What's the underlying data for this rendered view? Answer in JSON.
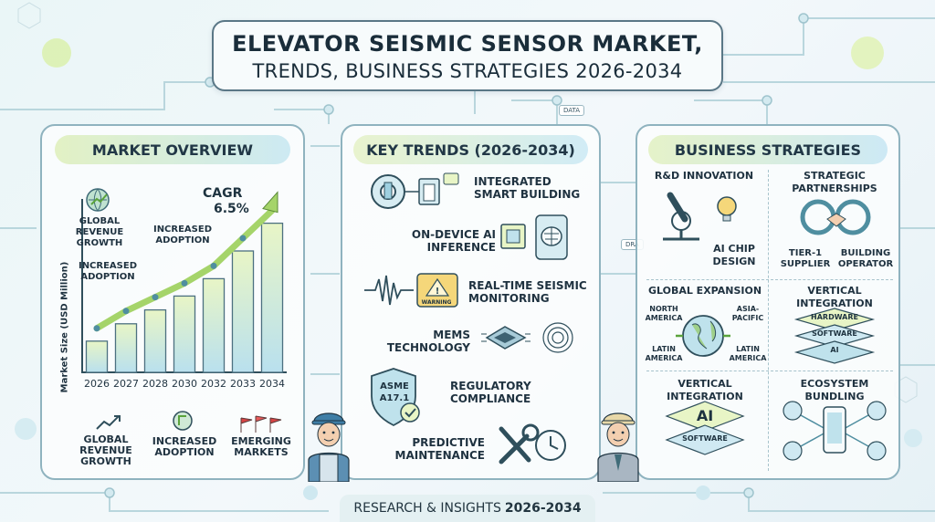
{
  "title": {
    "line1": "ELEVATOR SEISMIC SENSOR MARKET,",
    "line2": "TRENDS, BUSINESS STRATEGIES 2026-2034"
  },
  "tags": {
    "data": "DATA",
    "dra": "DRA"
  },
  "market_overview": {
    "heading": "MARKET OVERVIEW",
    "cagr_label": "CAGR",
    "cagr_value": "6.5%",
    "ylabel": "Market Size (USD Million)",
    "note_global": "GLOBAL REVENUE GROWTH",
    "note_adoption_left": "INCREASED ADOPTION",
    "note_adoption_mid": "INCREASED ADOPTION",
    "bottom": [
      {
        "label": "GLOBAL REVENUE GROWTH"
      },
      {
        "label": "INCREASED ADOPTION"
      },
      {
        "label": "EMERGING MARKETS"
      }
    ]
  },
  "chart_data": {
    "type": "bar",
    "title": "",
    "xlabel": "",
    "ylabel": "Market Size (USD Million)",
    "categories": [
      "2026",
      "2027",
      "2028",
      "2030",
      "2032",
      "2033",
      "2034"
    ],
    "values": [
      18,
      28,
      36,
      44,
      54,
      70,
      86
    ],
    "ylim": [
      0,
      100
    ],
    "annotation": "CAGR 6.5%"
  },
  "key_trends": {
    "heading": "KEY TRENDS (2026-2034)",
    "items": {
      "smart_building": "INTEGRATED SMART BUILDING",
      "ai_inference": "ON-DEVICE AI INFERENCE",
      "seismic": "REAL-TIME SEISMIC MONITORING",
      "warning_badge": "WARNING",
      "mems": "MEMS TECHNOLOGY",
      "regulatory": "REGULATORY COMPLIANCE",
      "asme_badge_1": "ASME",
      "asme_badge_2": "A17.1",
      "predictive": "PREDICTIVE MAINTENANCE"
    }
  },
  "business": {
    "heading": "BUSINESS STRATEGIES",
    "rd": "R&D INNOVATION",
    "ai_chip": "AI CHIP DESIGN",
    "partnerships": "STRATEGIC PARTNERSHIPS",
    "tier1": "TIER-1 SUPPLIER",
    "operator": "BUILDING OPERATOR",
    "global_expansion": "GLOBAL EXPANSION",
    "north_america": "NORTH AMERICA",
    "asia_pacific": "ASIA-PACIFIC",
    "latin_america_1": "LATIN AMERICA",
    "latin_america_2": "LATIN AMERICA",
    "vertical_1": "VERTICAL INTEGRATION",
    "stack_hardware": "HARDWARE",
    "stack_software": "SOFTWARE",
    "stack_ai": "AI",
    "vertical_2": "VERTICAL INTEGRATION",
    "layer_ai": "AI",
    "layer_software": "SOFTWARE",
    "ecosystem": "ECOSYSTEM BUNDLING"
  },
  "footer": {
    "prefix": "RESEARCH & INSIGHTS",
    "years": "2026-2034"
  },
  "colors": {
    "accent_green": "#7ab648",
    "accent_teal": "#4f8ea0",
    "warning": "#f0b429",
    "heading_bg": "#d6ecf3"
  }
}
